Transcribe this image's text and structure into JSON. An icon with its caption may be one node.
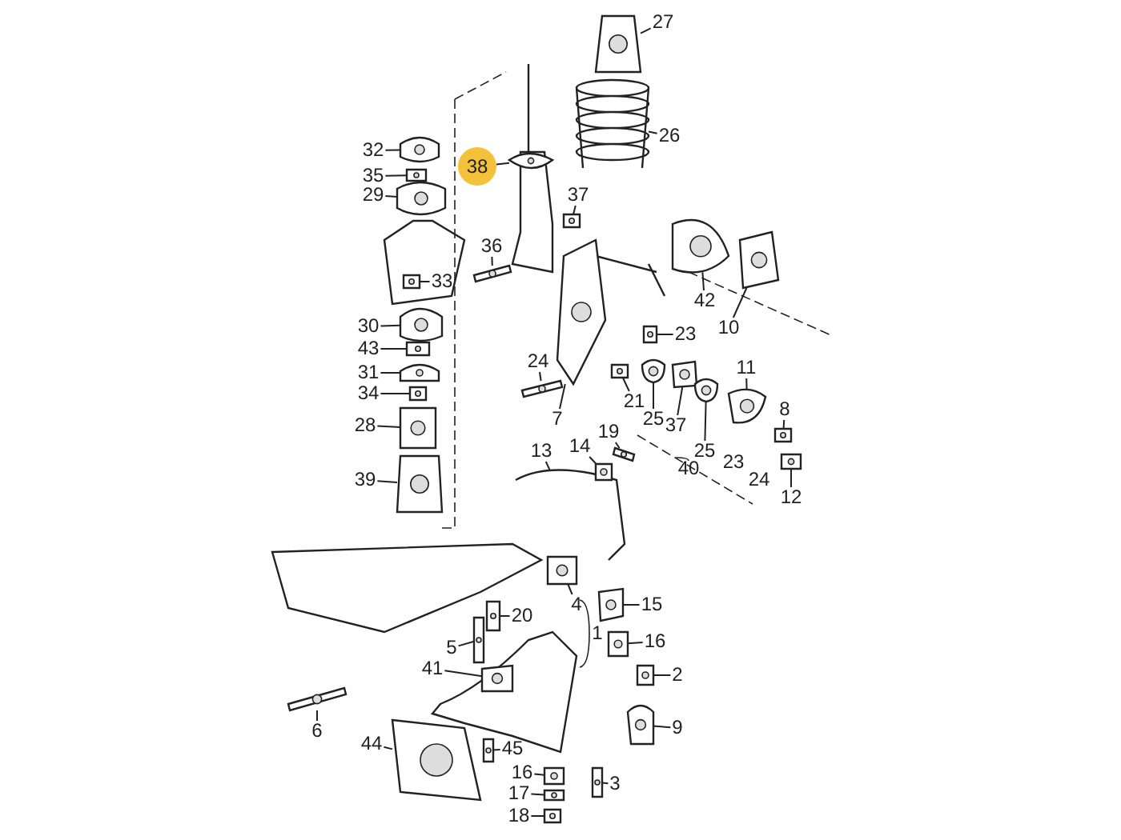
{
  "diagram": {
    "nodes": [
      {
        "text": [
          "27"
        ]
      },
      {
        "text": [
          "26"
        ]
      },
      {
        "text": [
          "32"
        ]
      },
      {
        "text": [
          "35"
        ]
      },
      {
        "text": [
          "29"
        ]
      },
      {
        "text": [
          "38"
        ]
      },
      {
        "text": [
          "37"
        ]
      },
      {
        "text": [
          "36"
        ]
      },
      {
        "text": [
          "33"
        ]
      },
      {
        "text": [
          "42"
        ]
      },
      {
        "text": [
          "30"
        ]
      },
      {
        "text": [
          "10"
        ]
      },
      {
        "text": [
          "23"
        ]
      },
      {
        "text": [
          "43"
        ]
      },
      {
        "text": [
          "24"
        ]
      },
      {
        "text": [
          "31"
        ]
      },
      {
        "text": [
          "21"
        ]
      },
      {
        "text": [
          "34"
        ]
      },
      {
        "text": [
          "25"
        ]
      },
      {
        "text": [
          "37"
        ]
      },
      {
        "text": [
          "7"
        ]
      },
      {
        "text": [
          "11"
        ]
      },
      {
        "text": [
          "25"
        ]
      },
      {
        "text": [
          "8"
        ]
      },
      {
        "text": [
          "28"
        ]
      },
      {
        "text": [
          "12"
        ]
      },
      {
        "text": [
          "13"
        ]
      },
      {
        "text": [
          "19"
        ]
      },
      {
        "text": [
          "14"
        ]
      },
      {
        "text": [
          "39"
        ]
      },
      {
        "text": [
          "4"
        ]
      },
      {
        "text": [
          "15"
        ]
      },
      {
        "text": [
          "20"
        ]
      },
      {
        "text": [
          "16"
        ]
      },
      {
        "text": [
          "5"
        ]
      },
      {
        "text": [
          "41"
        ]
      },
      {
        "text": [
          "2"
        ]
      },
      {
        "text": [
          "6"
        ]
      },
      {
        "text": [
          "9"
        ]
      },
      {
        "text": [
          "44"
        ]
      },
      {
        "text": [
          "45"
        ]
      },
      {
        "text": [
          "16"
        ]
      },
      {
        "text": [
          "17"
        ]
      },
      {
        "text": [
          "3"
        ]
      },
      {
        "text": [
          "18"
        ]
      },
      {
        "text": [],
        "shape": "picture"
      },
      {
        "text": [],
        "shape": "picture"
      },
      {
        "text": [],
        "shape": "picture"
      },
      {
        "text": [],
        "shape": "picture"
      },
      {
        "text": [],
        "shape": "picture"
      },
      {
        "text": [],
        "shape": "picture"
      },
      {
        "text": [],
        "shape": "picture"
      },
      {
        "text": [],
        "shape": "picture"
      },
      {
        "text": [],
        "shape": "picture"
      },
      {
        "text": [],
        "shape": "picture"
      },
      {
        "text": [],
        "shape": "picture"
      },
      {
        "text": [],
        "shape": "picture"
      },
      {
        "text": [],
        "shape": "picture"
      },
      {
        "text": [],
        "shape": "picture"
      },
      {
        "text": [],
        "shape": "picture"
      },
      {
        "text": [],
        "shape": "picture"
      },
      {
        "text": [],
        "shape": "picture"
      },
      {
        "text": [],
        "shape": "picture"
      },
      {
        "text": [],
        "shape": "picture"
      },
      {
        "text": [],
        "shape": "picture"
      },
      {
        "text": [],
        "shape": "picture"
      },
      {
        "text": [],
        "shape": "picture"
      },
      {
        "text": [],
        "shape": "picture"
      },
      {
        "text": [],
        "shape": "picture"
      },
      {
        "text": [],
        "shape": "picture"
      },
      {
        "text": [],
        "shape": "picture"
      },
      {
        "text": [],
        "shape": "picture"
      },
      {
        "text": [],
        "shape": "picture"
      },
      {
        "text": [],
        "shape": "picture"
      },
      {
        "text": [],
        "shape": "picture"
      },
      {
        "text": [],
        "shape": "picture"
      },
      {
        "text": [],
        "shape": "picture"
      },
      {
        "text": [],
        "shape": "picture"
      },
      {
        "text": [],
        "shape": "picture"
      },
      {
        "text": [],
        "shape": "picture"
      },
      {
        "text": [],
        "shape": "picture"
      },
      {
        "text": [],
        "shape": "picture"
      },
      {
        "text": [],
        "shape": "picture"
      },
      {
        "text": [],
        "shape": "picture"
      },
      {
        "text": [],
        "shape": "picture"
      },
      {
        "text": [],
        "shape": "picture"
      },
      {
        "text": [],
        "shape": "picture"
      },
      {
        "text": [],
        "shape": "picture"
      },
      {
        "text": [],
        "shape": "picture"
      },
      {
        "text": [],
        "shape": "picture"
      }
    ],
    "edges": [
      {
        "from": 0,
        "to": 45,
        "arrow": "none"
      },
      {
        "from": 1,
        "to": 46,
        "arrow": "none"
      },
      {
        "from": 2,
        "to": 47,
        "arrow": "none"
      },
      {
        "from": 3,
        "to": 48,
        "arrow": "none"
      },
      {
        "from": 4,
        "to": 49,
        "arrow": "none"
      },
      {
        "from": 5,
        "to": 50,
        "arrow": "none"
      },
      {
        "from": 6,
        "to": 51,
        "arrow": "none"
      },
      {
        "from": 7,
        "to": 52,
        "arrow": "none"
      },
      {
        "from": 8,
        "to": 53,
        "arrow": "none"
      },
      {
        "from": 9,
        "to": 54,
        "arrow": "none"
      },
      {
        "from": 10,
        "to": 55,
        "arrow": "none"
      },
      {
        "from": 11,
        "to": 56,
        "arrow": "none"
      },
      {
        "from": 12,
        "to": 57,
        "arrow": "none"
      },
      {
        "from": 13,
        "to": 58,
        "arrow": "none"
      },
      {
        "from": 14,
        "to": 59,
        "arrow": "none"
      },
      {
        "from": 15,
        "to": 60,
        "arrow": "none"
      },
      {
        "from": 16,
        "to": 61,
        "arrow": "none"
      },
      {
        "from": 17,
        "to": 62,
        "arrow": "none"
      },
      {
        "from": 18,
        "to": 63,
        "arrow": "none"
      },
      {
        "from": 19,
        "to": 64,
        "arrow": "none"
      },
      {
        "from": 20,
        "to": 65,
        "arrow": "none"
      },
      {
        "from": 21,
        "to": 66,
        "arrow": "none"
      },
      {
        "from": 22,
        "to": 67,
        "arrow": "none"
      },
      {
        "from": 23,
        "to": 68,
        "arrow": "none"
      },
      {
        "from": 24,
        "to": 69,
        "arrow": "none"
      },
      {
        "from": 25,
        "to": 70,
        "arrow": "none"
      },
      {
        "from": 26,
        "to": 71,
        "arrow": "none"
      },
      {
        "from": 27,
        "to": 72,
        "arrow": "none"
      },
      {
        "from": 28,
        "to": 73,
        "arrow": "none"
      },
      {
        "from": 29,
        "to": 74,
        "arrow": "none"
      },
      {
        "from": 30,
        "to": 75,
        "arrow": "none"
      },
      {
        "from": 31,
        "to": 76,
        "arrow": "none"
      },
      {
        "from": 32,
        "to": 77,
        "arrow": "none"
      },
      {
        "from": 33,
        "to": 78,
        "arrow": "none"
      },
      {
        "from": 34,
        "to": 79,
        "arrow": "none"
      },
      {
        "from": 35,
        "to": 80,
        "arrow": "none"
      },
      {
        "from": 36,
        "to": 81,
        "arrow": "none"
      },
      {
        "from": 37,
        "to": 82,
        "arrow": "none"
      },
      {
        "from": 38,
        "to": 83,
        "arrow": "none"
      },
      {
        "from": 39,
        "to": 84,
        "arrow": "none"
      },
      {
        "from": 40,
        "to": 85,
        "arrow": "none"
      },
      {
        "from": 41,
        "to": 86,
        "arrow": "none"
      },
      {
        "from": 42,
        "to": 87,
        "arrow": "none"
      },
      {
        "from": 43,
        "to": 88,
        "arrow": "none"
      },
      {
        "from": 44,
        "to": 89,
        "arrow": "none"
      }
    ],
    "labels": [
      "23",
      "40",
      "24",
      "1"
    ]
  }
}
